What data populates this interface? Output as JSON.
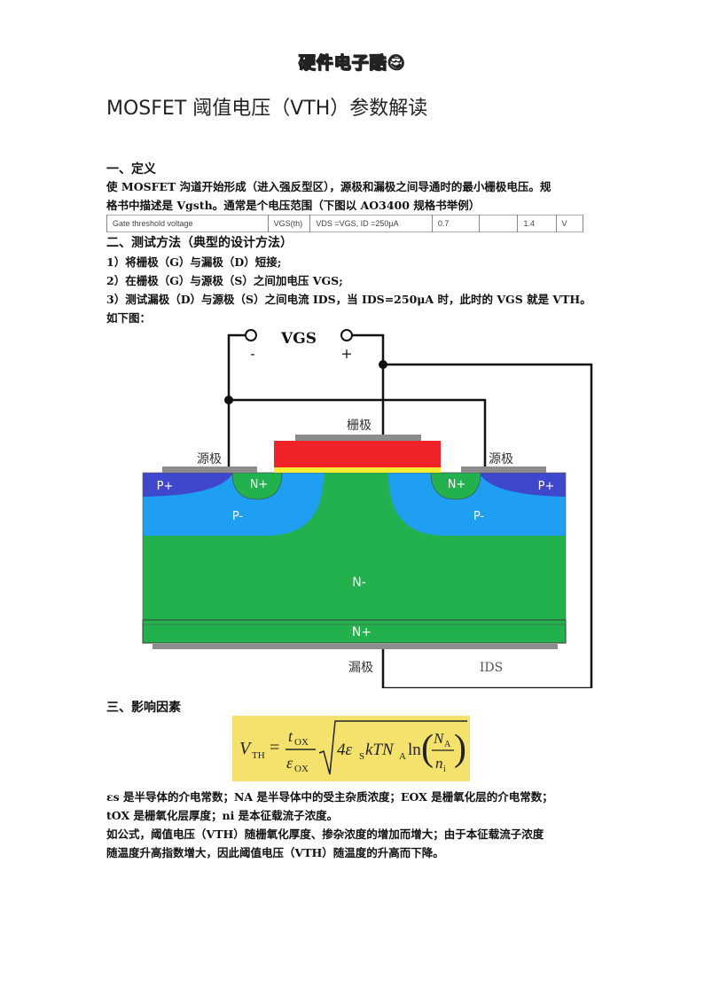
{
  "header": {
    "logo_text": "硬件电子酷😎"
  },
  "title": "MOSFET 阈值电压（VTH）参数解读",
  "section1": {
    "heading": "一、定义",
    "line1": "使 MOSFET 沟道开始形成（进入强反型区），源极和漏极之间导通时的最小栅极电压。规",
    "line2": "格书中描述是 Vgsth。通常是个电压范围（下图以 AO3400 规格书举例）",
    "spec_row": [
      "Gate threshold voltage",
      "VGS(th)",
      "VDS =VGS, ID =250µA",
      "0.7",
      "",
      "1.4",
      "V"
    ]
  },
  "section2": {
    "heading": "二、测试方法（典型的设计方法）",
    "steps": [
      "1）将栅极（G）与漏极（D）短接;",
      "2）在栅极（G）与源极（S）之间加电压 VGS;",
      "3）测试漏极（D）与源极（S）之间电流 IDS，当 IDS=250μA 时，此时的 VGS 就是 VTH。"
    ],
    "figure_intro": "如下图："
  },
  "diagram": {
    "vgs": "VGS",
    "minus": "-",
    "plus": "+",
    "gate": "栅极",
    "source_left": "源极",
    "source_right": "源极",
    "p_plus_left": "P+",
    "p_plus_right": "P+",
    "n_plus_left": "N+",
    "n_plus_right": "N+",
    "p_minus_left": "P-",
    "p_minus_right": "P-",
    "n_minus": "N-",
    "n_plus_bottom": "N+",
    "drain": "漏极",
    "ids": "IDS",
    "colors": {
      "gate_red": "#ee2227",
      "oxide_yellow": "#f9ed32",
      "n_green": "#22b14c",
      "p_light": "#1e9ff2",
      "p_dark": "#3f48cc"
    }
  },
  "section3": {
    "heading": "三、影响因素",
    "formula": {
      "lhs": "V",
      "lhs_sub": "TH",
      "num": "t",
      "num_sub": "OX",
      "den": "ε",
      "den_sub": "OX",
      "root_body": "4ε",
      "eps_sub": "S",
      "k_t_n": "kTN",
      "na_sub": "A",
      "ln": "ln",
      "frac_num": "N",
      "frac_num_sub": "A",
      "frac_den": "n",
      "frac_den_sub": "i"
    },
    "desc1": "εs 是半导体的介电常数；NA 是半导体中的受主杂质浓度；ΕOX 是栅氧化层的介电常数；",
    "desc2": "tOX 是栅氧化层厚度；ni 是本征载流子浓度。",
    "desc3": "如公式，阈值电压（VTH）随栅氧化厚度、掺杂浓度的增加而增大；由于本征载流子浓度",
    "desc4": "随温度升高指数增大，因此阈值电压（VTH）随温度的升高而下降。"
  }
}
